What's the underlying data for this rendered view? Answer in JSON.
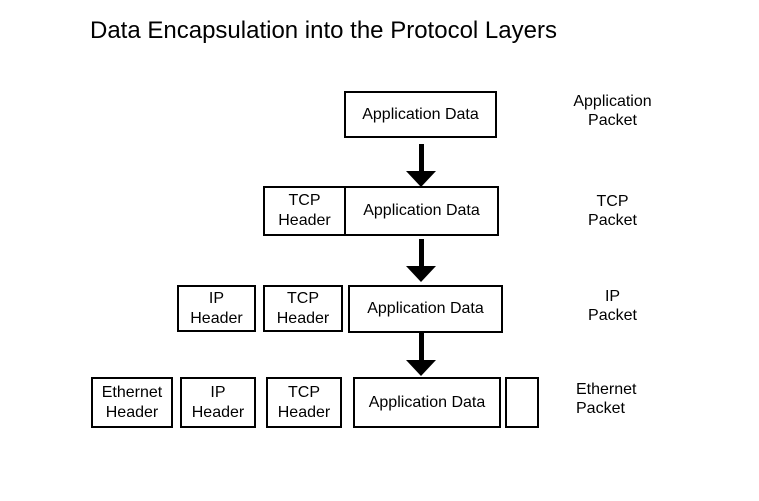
{
  "title": "Data Encapsulation into the Protocol Layers",
  "diagram": {
    "rows": [
      {
        "cells": [
          {
            "label": "Application Data"
          }
        ],
        "packet_label": "Application\nPacket"
      },
      {
        "cells": [
          {
            "label": "TCP\nHeader"
          },
          {
            "label": "Application Data"
          }
        ],
        "packet_label": "TCP\nPacket"
      },
      {
        "cells": [
          {
            "label": "IP\nHeader"
          },
          {
            "label": "TCP\nHeader"
          },
          {
            "label": "Application Data"
          }
        ],
        "packet_label": "IP\nPacket"
      },
      {
        "cells": [
          {
            "label": "Ethernet\nHeader"
          },
          {
            "label": "IP\nHeader"
          },
          {
            "label": "TCP\nHeader"
          },
          {
            "label": "Application Data"
          },
          {
            "label": ""
          }
        ],
        "packet_label": "Ethernet\nPacket"
      }
    ],
    "arrow_icon": "down-arrow",
    "colors": {
      "background": "#ffffff",
      "text": "#000000",
      "box_border": "#000000",
      "arrow": "#000000"
    }
  }
}
